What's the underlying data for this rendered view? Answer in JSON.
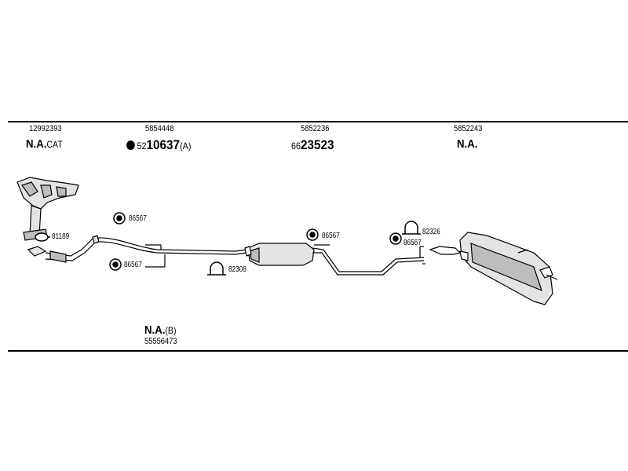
{
  "groups": [
    {
      "part_number": "12992393",
      "status": "N.A.",
      "suffix": "CAT"
    },
    {
      "part_number": "5854448",
      "code_prefix": "52",
      "code_main": "10637",
      "code_suffix": "(A)"
    },
    {
      "part_number": "5852236",
      "code_prefix": "66",
      "code_main": "23523"
    },
    {
      "part_number": "5852243",
      "status": "N.A."
    }
  ],
  "bottom": {
    "status": "N.A.",
    "suffix": "(B)",
    "part_number": "55556473"
  },
  "callouts": {
    "hanger_1": "86567",
    "gasket": "81189",
    "hanger_2": "86567",
    "clamp_1": "82308",
    "hanger_3": "86567",
    "clamp_2": "82326",
    "hanger_4": "86567"
  },
  "colors": {
    "line": "#000000",
    "part_fill": "#e4e4e4",
    "part_shade": "#bdbdbd"
  }
}
